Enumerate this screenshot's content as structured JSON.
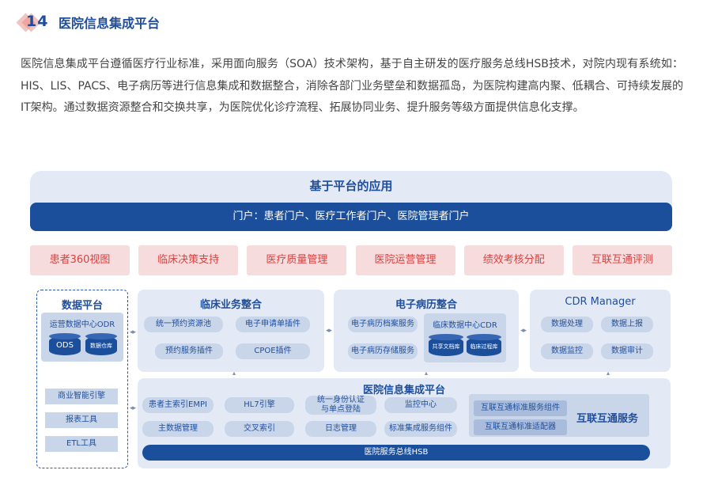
{
  "section": {
    "number": "14",
    "title": "医院信息集成平台"
  },
  "intro": "医院信息集成平台遵循医疗行业标准，采用面向服务（SOA）技术架构，基于自主研发的医疗服务总线HSB技术，对院内现有系统如：HIS、LIS、PACS、电子病历等进行信息集成和数据整合，消除各部门业务壁垒和数据孤岛，为医院构建高内聚、低耦合、可持续发展的IT架构。通过数据资源整合和交换共享，为医院优化诊疗流程、拓展协同业务、提升服务等级方面提供信息化支撑。",
  "diagram": {
    "top_title": "基于平台的应用",
    "portal": "门户：患者门户、医疗工作者门户、医院管理者门户",
    "apps": [
      "患者360视图",
      "临床决策支持",
      "医疗质量管理",
      "医院运营管理",
      "绩效考核分配",
      "互联互通评测"
    ],
    "data_platform": {
      "title": "数据平台",
      "odr": "运营数据中心ODR",
      "ods": "ODS",
      "warehouse": "数据仓库",
      "tools": [
        "商业智能引擎",
        "报表工具",
        "ETL工具"
      ]
    },
    "clinical": {
      "title": "临床业务整合",
      "items": [
        "统一预约资源池",
        "电子申请单插件",
        "预约服务插件",
        "CPOE插件"
      ]
    },
    "emr": {
      "title": "电子病历整合",
      "items": [
        "电子病历档案服务",
        "电子病历存储服务"
      ],
      "cdr": "临床数据中心CDR",
      "doc_lib": "共享文档库",
      "process_lib": "临床过程库"
    },
    "cdr_manager": {
      "title": "CDR Manager",
      "items": [
        "数据处理",
        "数据上报",
        "数据监控",
        "数据审计"
      ]
    },
    "platform": {
      "title": "医院信息集成平台",
      "row1": [
        "患者主索引EMPI",
        "HL7引擎",
        "统一身份认证\n与单点登陆",
        "监控中心"
      ],
      "row2": [
        "主数据管理",
        "交叉索引",
        "日志管理",
        "标准集成服务组件"
      ],
      "interop_title": "互联互通服务",
      "interop_items": [
        "互联互通标准服务组件",
        "互联互通标准适配器"
      ],
      "hsb": "医院服务总线HSB"
    }
  }
}
